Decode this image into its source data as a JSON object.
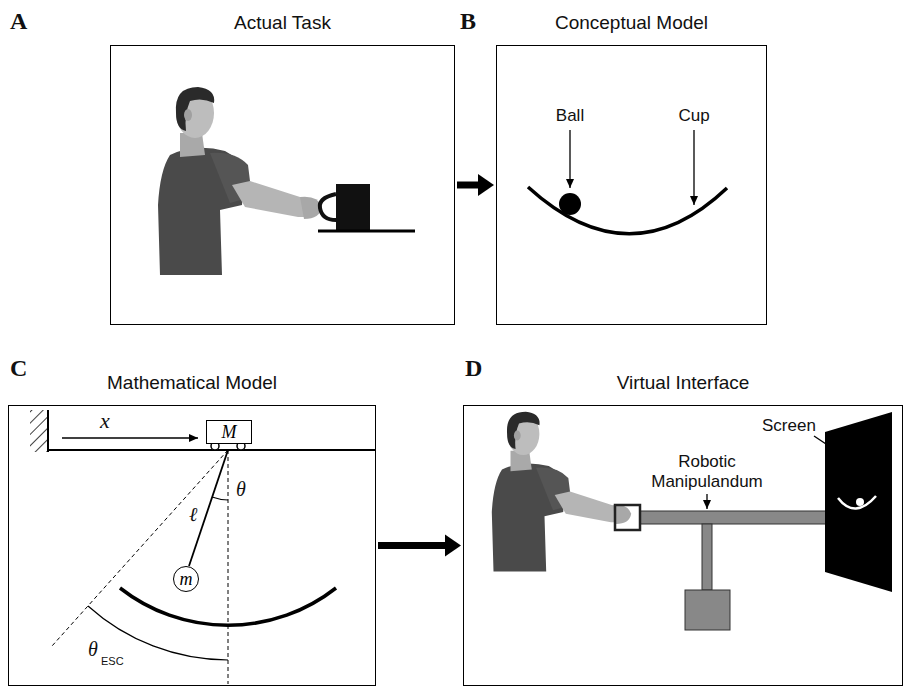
{
  "diagram": {
    "nodes": [
      {
        "text": [
          "Actual Task"
        ]
      },
      {
        "text": [
          "Conceptual Model"
        ]
      },
      {
        "text": [
          "Mathematical Model"
        ]
      },
      {
        "text": [
          "Virtual Interface"
        ]
      },
      {
        "text": [
          "M"
        ],
        "in": 2
      },
      {
        "text": [
          "m"
        ],
        "in": 2
      }
    ],
    "edges": [
      {
        "from": 0,
        "to": 1,
        "arrow": "to"
      },
      {
        "from": 2,
        "to": 3,
        "arrow": "to"
      }
    ],
    "labels": [
      "A",
      "B",
      "C",
      "D",
      "Ball",
      "Cup",
      "x",
      "ℓ",
      "θ",
      "θ",
      "ESC",
      "Screen",
      "Robotic Manipulandum"
    ]
  }
}
